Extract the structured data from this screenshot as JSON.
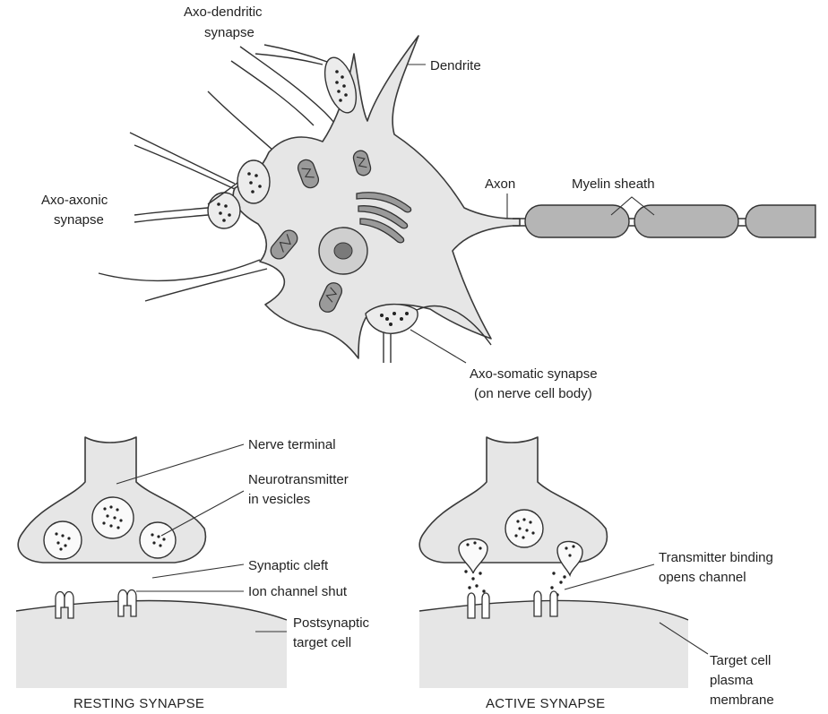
{
  "labels": {
    "axo_dendritic": [
      "Axo-dendritic",
      "synapse"
    ],
    "dendrite": "Dendrite",
    "axo_axonic": [
      "Axo-axonic",
      "synapse"
    ],
    "axon": "Axon",
    "myelin_sheath": "Myelin sheath",
    "axo_somatic": [
      "Axo-somatic synapse",
      "(on nerve cell body)"
    ],
    "nerve_terminal": "Nerve terminal",
    "neurotransmitter": [
      "Neurotransmitter",
      "in vesicles"
    ],
    "synaptic_cleft": "Synaptic cleft",
    "ion_channel_shut": "Ion channel shut",
    "postsynaptic": [
      "Postsynaptic",
      "target cell"
    ],
    "transmitter_binding": [
      "Transmitter binding",
      "opens channel"
    ],
    "target_cell_membrane": [
      "Target cell",
      "plasma",
      "membrane"
    ]
  },
  "captions": {
    "resting": "RESTING SYNAPSE",
    "active": "ACTIVE SYNAPSE"
  }
}
